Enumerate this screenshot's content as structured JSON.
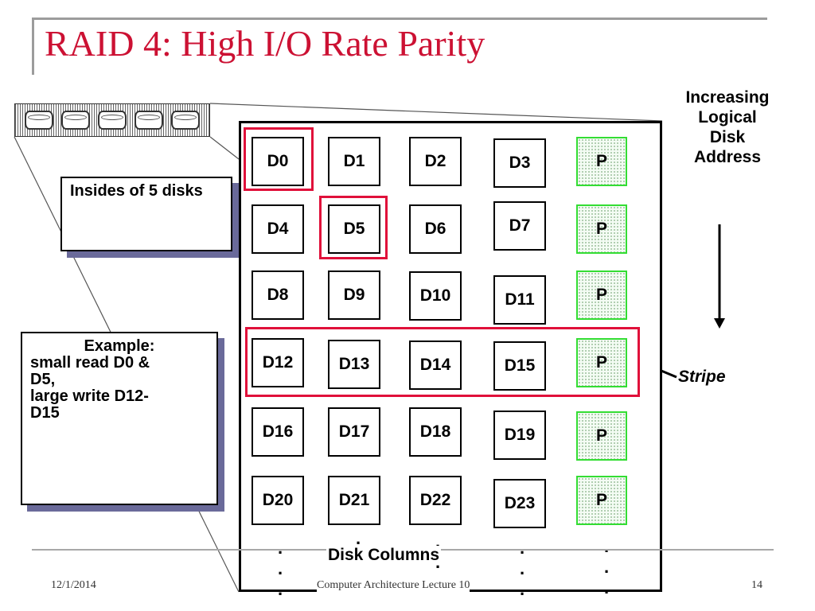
{
  "slide": {
    "title": "RAID 4: High I/O Rate Parity"
  },
  "colors": {
    "title": "#cc1133",
    "highlight": "#e0103a",
    "parity_border": "#33dd33",
    "callout_shadow": "#6a6a9a"
  },
  "icons": {
    "disk_strip": "disk-array-icon"
  },
  "grid": {
    "rows": [
      [
        "D0",
        "D1",
        "D2",
        "D3",
        "P"
      ],
      [
        "D4",
        "D5",
        "D6",
        "D7",
        "P"
      ],
      [
        "D8",
        "D9",
        "D10",
        "D11",
        "P"
      ],
      [
        "D12",
        "D13",
        "D14",
        "D15",
        "P"
      ],
      [
        "D16",
        "D17",
        "D18",
        "D19",
        "P"
      ],
      [
        "D20",
        "D21",
        "D22",
        "D23",
        "P"
      ]
    ],
    "continuation": "."
  },
  "callouts": {
    "inside": "Insides of 5 disks",
    "example_heading": "Example:",
    "example_lines": [
      "small read D0 &",
      "D5,",
      "large write D12-",
      "D15"
    ]
  },
  "labels": {
    "address_lines": [
      "Increasing",
      "Logical",
      "Disk",
      "Address"
    ],
    "stripe": "Stripe",
    "disk_columns": "Disk Columns"
  },
  "footer": {
    "date": "12/1/2014",
    "course": "Computer Architecture Lecture 10",
    "page": "14"
  }
}
